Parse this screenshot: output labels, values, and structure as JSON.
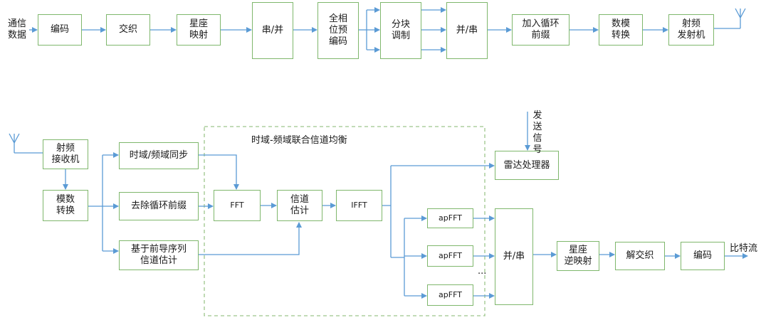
{
  "colors": {
    "block_border": "#7fb76c",
    "arrow": "#5b9bd5",
    "dashed_frame": "#9dc58c"
  },
  "icons": {
    "antenna": "antenna-icon"
  },
  "tx": {
    "input_label": "通信\n数据",
    "blocks": [
      "编码",
      "交织",
      "星座\n映射",
      "串/并",
      "全相\n位预\n编码",
      "分块\n调制",
      "并/串",
      "加入循环\n前缀",
      "数模\n转换",
      "射频\n发射机"
    ]
  },
  "rx": {
    "rf_receiver": "射频\n接收机",
    "adc": "模数\n转换",
    "sync": "时域/频域同步",
    "remove_cp": "去除循环前缀",
    "preamble_est": "基于前导序列\n信道估计",
    "equalizer_title": "时域-频域联合信道均衡",
    "fft": "FFT",
    "channel_est": "信道\n估计",
    "ifft": "IFFT",
    "radar": "雷达处理器",
    "send_signal": "发\n送\n信\n号",
    "apfft": [
      "apFFT",
      "apFFT",
      "apFFT"
    ],
    "ellipsis": "...",
    "ps": "并/串",
    "demap": "星座\n逆映射",
    "deinterleave": "解交织",
    "decode": "编码",
    "output_label": "比特流"
  }
}
